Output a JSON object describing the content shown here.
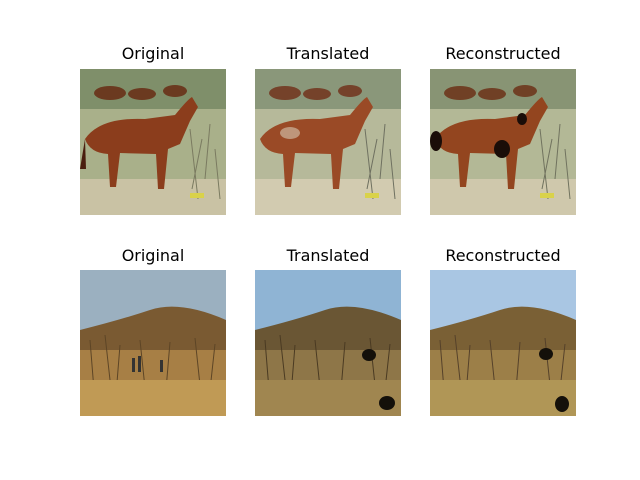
{
  "rows": [
    {
      "subject": "horse",
      "panels": [
        {
          "title": "Original",
          "variant": "original"
        },
        {
          "title": "Translated",
          "variant": "translated"
        },
        {
          "title": "Reconstructed",
          "variant": "reconstructed"
        }
      ]
    },
    {
      "subject": "zebra-savanna",
      "panels": [
        {
          "title": "Original",
          "variant": "original"
        },
        {
          "title": "Translated",
          "variant": "translated"
        },
        {
          "title": "Reconstructed",
          "variant": "reconstructed"
        }
      ]
    }
  ],
  "colors": {
    "horse_coat": "#8b3d1c",
    "grass": "#b8b08a",
    "savanna_sky": "#9bb0c0",
    "translated_sky": "#8fb4d4",
    "hill_brown": "#7a5a32"
  }
}
